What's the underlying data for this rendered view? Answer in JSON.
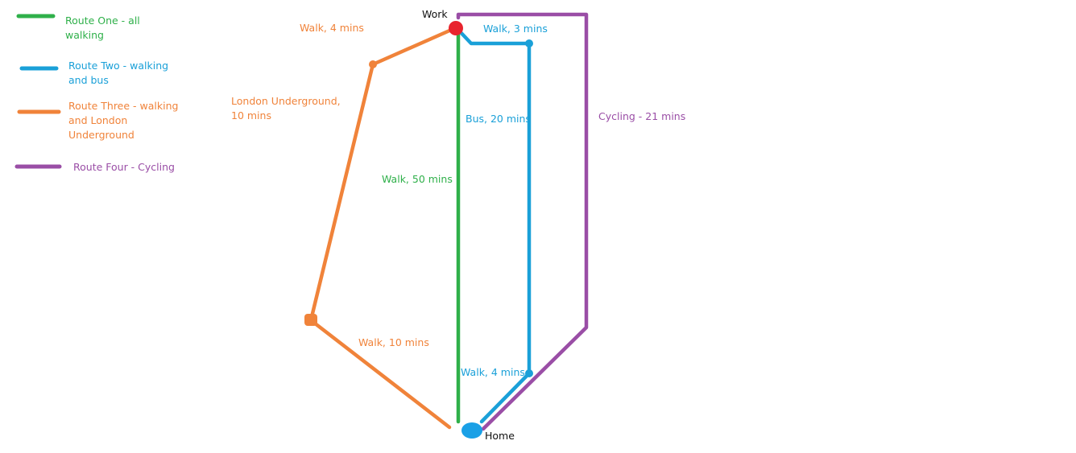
{
  "colors": {
    "route_one": "#2fb04a",
    "route_two": "#1aa0d8",
    "route_three": "#f0833a",
    "route_four": "#9a4ea6",
    "work_marker": "#e8242e",
    "home_marker": "#1aa0e6",
    "text_dark": "#111111"
  },
  "legend": [
    {
      "key": "route_one",
      "lines": [
        "Route One - all",
        "walking"
      ]
    },
    {
      "key": "route_two",
      "lines": [
        "Route Two - walking",
        "and bus"
      ]
    },
    {
      "key": "route_three",
      "lines": [
        "Route Three - walking",
        "and London",
        "Underground"
      ]
    },
    {
      "key": "route_four",
      "lines": [
        "Route Four - Cycling"
      ]
    }
  ],
  "places": {
    "work": "Work",
    "home": "Home"
  },
  "segment_labels": {
    "route_one_walk": "Walk, 50 mins",
    "route_two_walk_top": "Walk, 3 mins",
    "route_two_bus": "Bus, 20 mins",
    "route_two_walk_bottom": "Walk, 4 mins",
    "route_three_walk_top": "Walk, 4 mins",
    "route_three_underground": [
      "London Underground,",
      "10 mins"
    ],
    "route_three_walk_bottom": "Walk, 10 mins",
    "route_four_cycling": "Cycling - 21 mins"
  }
}
